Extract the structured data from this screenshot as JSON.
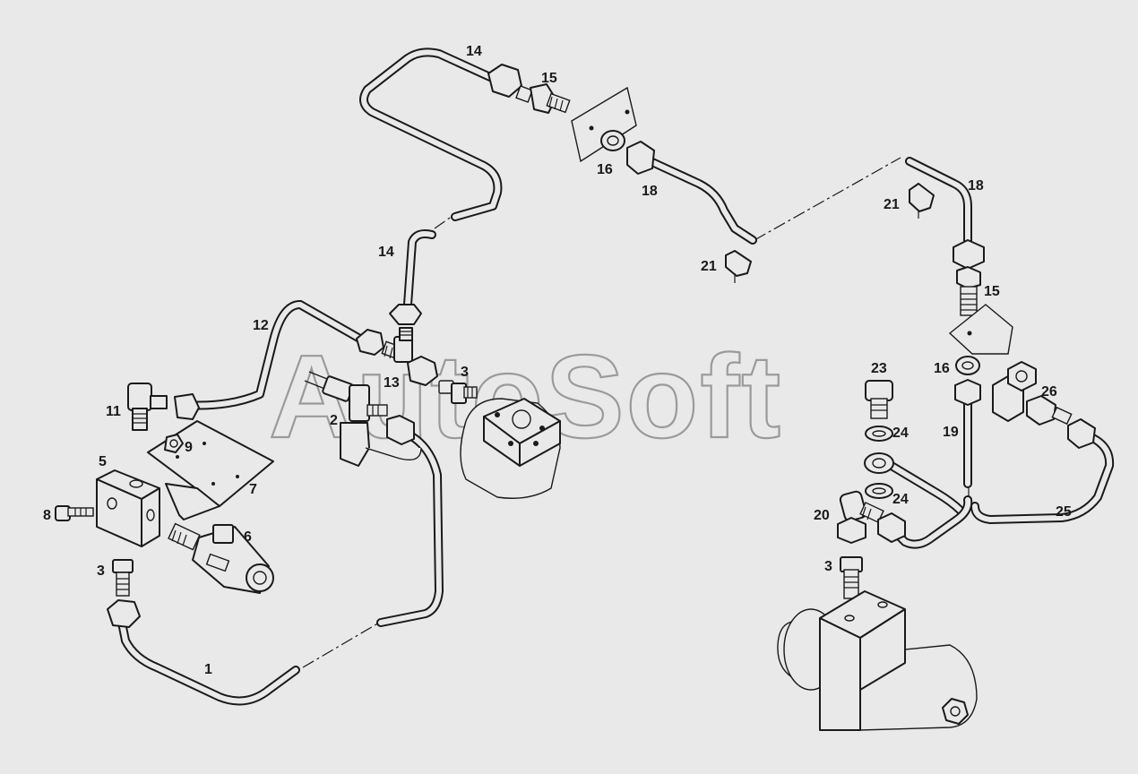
{
  "watermark": "AutoSoft",
  "callouts": {
    "c1": "1",
    "c2": "2",
    "c3a": "3",
    "c3b": "3",
    "c3c": "3",
    "c5": "5",
    "c6": "6",
    "c7": "7",
    "c8": "8",
    "c9": "9",
    "c11": "11",
    "c12": "12",
    "c13": "13",
    "c14a": "14",
    "c14b": "14",
    "c15a": "15",
    "c15b": "15",
    "c16a": "16",
    "c16b": "16",
    "c18a": "18",
    "c18b": "18",
    "c19": "19",
    "c20": "20",
    "c21a": "21",
    "c21b": "21",
    "c23": "23",
    "c24a": "24",
    "c24b": "24",
    "c25": "25",
    "c26": "26"
  }
}
